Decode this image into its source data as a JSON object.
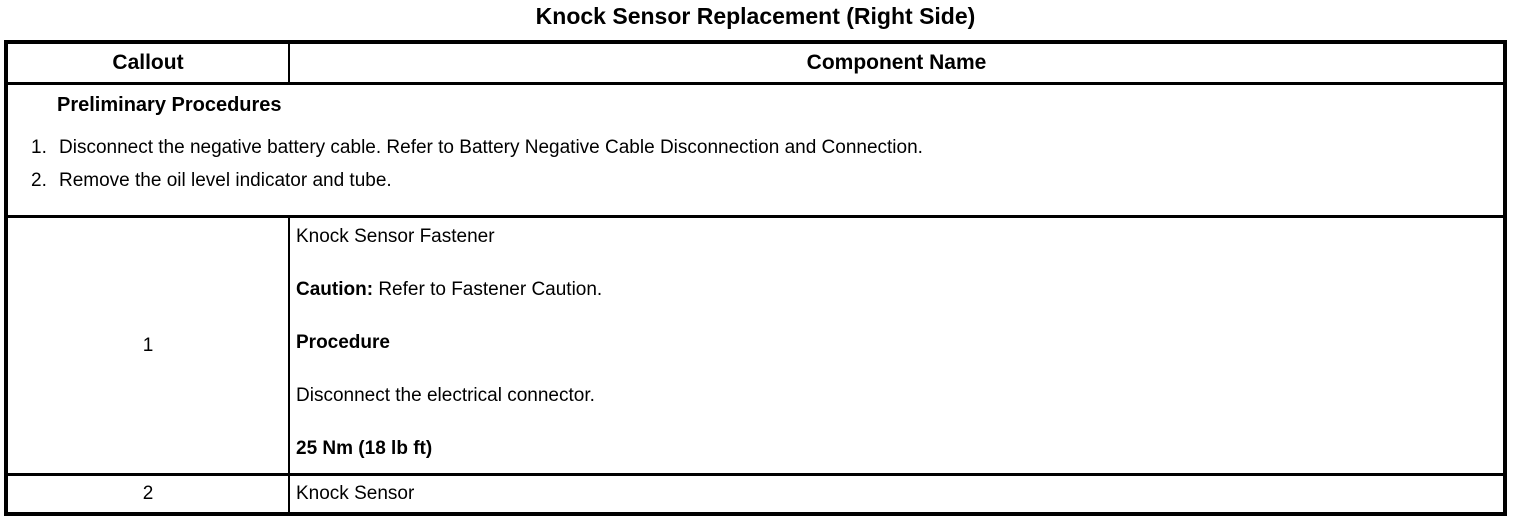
{
  "title": "Knock Sensor Replacement (Right Side)",
  "table": {
    "headers": {
      "callout": "Callout",
      "component": "Component Name"
    },
    "preliminary": {
      "heading": "Preliminary Procedures",
      "steps": [
        {
          "num": "1.",
          "text": "Disconnect the negative battery cable. Refer to Battery Negative Cable Disconnection and Connection."
        },
        {
          "num": "2.",
          "text": "Remove the oil level indicator and tube."
        }
      ]
    },
    "rows": [
      {
        "callout": "1",
        "component": "Knock Sensor Fastener",
        "caution_label": "Caution:",
        "caution_text": " Refer to Fastener Caution.",
        "procedure_heading": "Procedure",
        "procedure_text": "Disconnect the electrical connector.",
        "torque": "25 Nm (18 lb ft)"
      },
      {
        "callout": "2",
        "component": "Knock Sensor"
      }
    ]
  },
  "colors": {
    "border": "#000000",
    "background": "#ffffff",
    "text": "#000000"
  }
}
